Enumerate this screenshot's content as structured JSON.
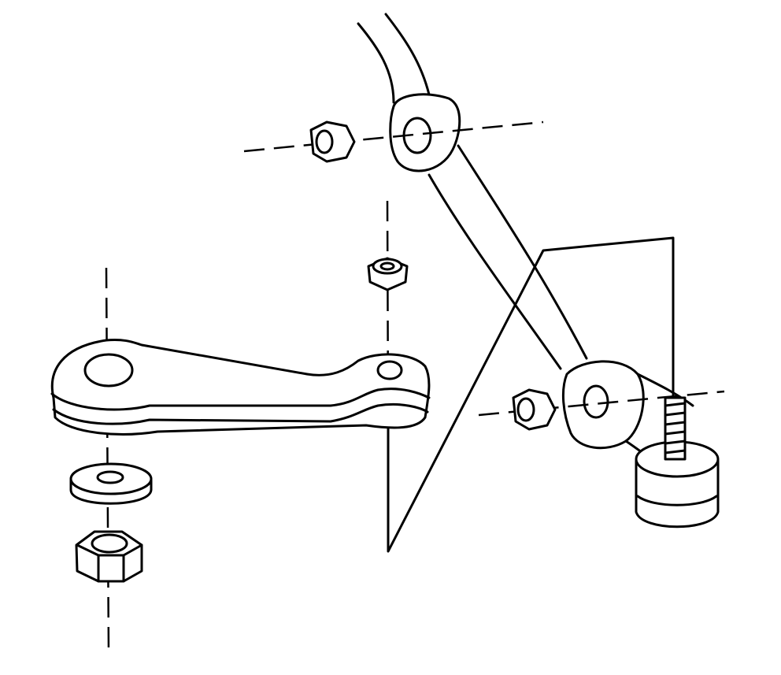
{
  "diagram": {
    "type": "exploded-view line drawing",
    "colors": {
      "stroke": "#000000",
      "background": "#ffffff"
    },
    "parts": [
      "frame-arm",
      "upper-nut",
      "lower-nut",
      "idler-arm-lever",
      "top-nut",
      "washer",
      "bottom-nut",
      "bracket",
      "mount-bushing-stud"
    ]
  }
}
